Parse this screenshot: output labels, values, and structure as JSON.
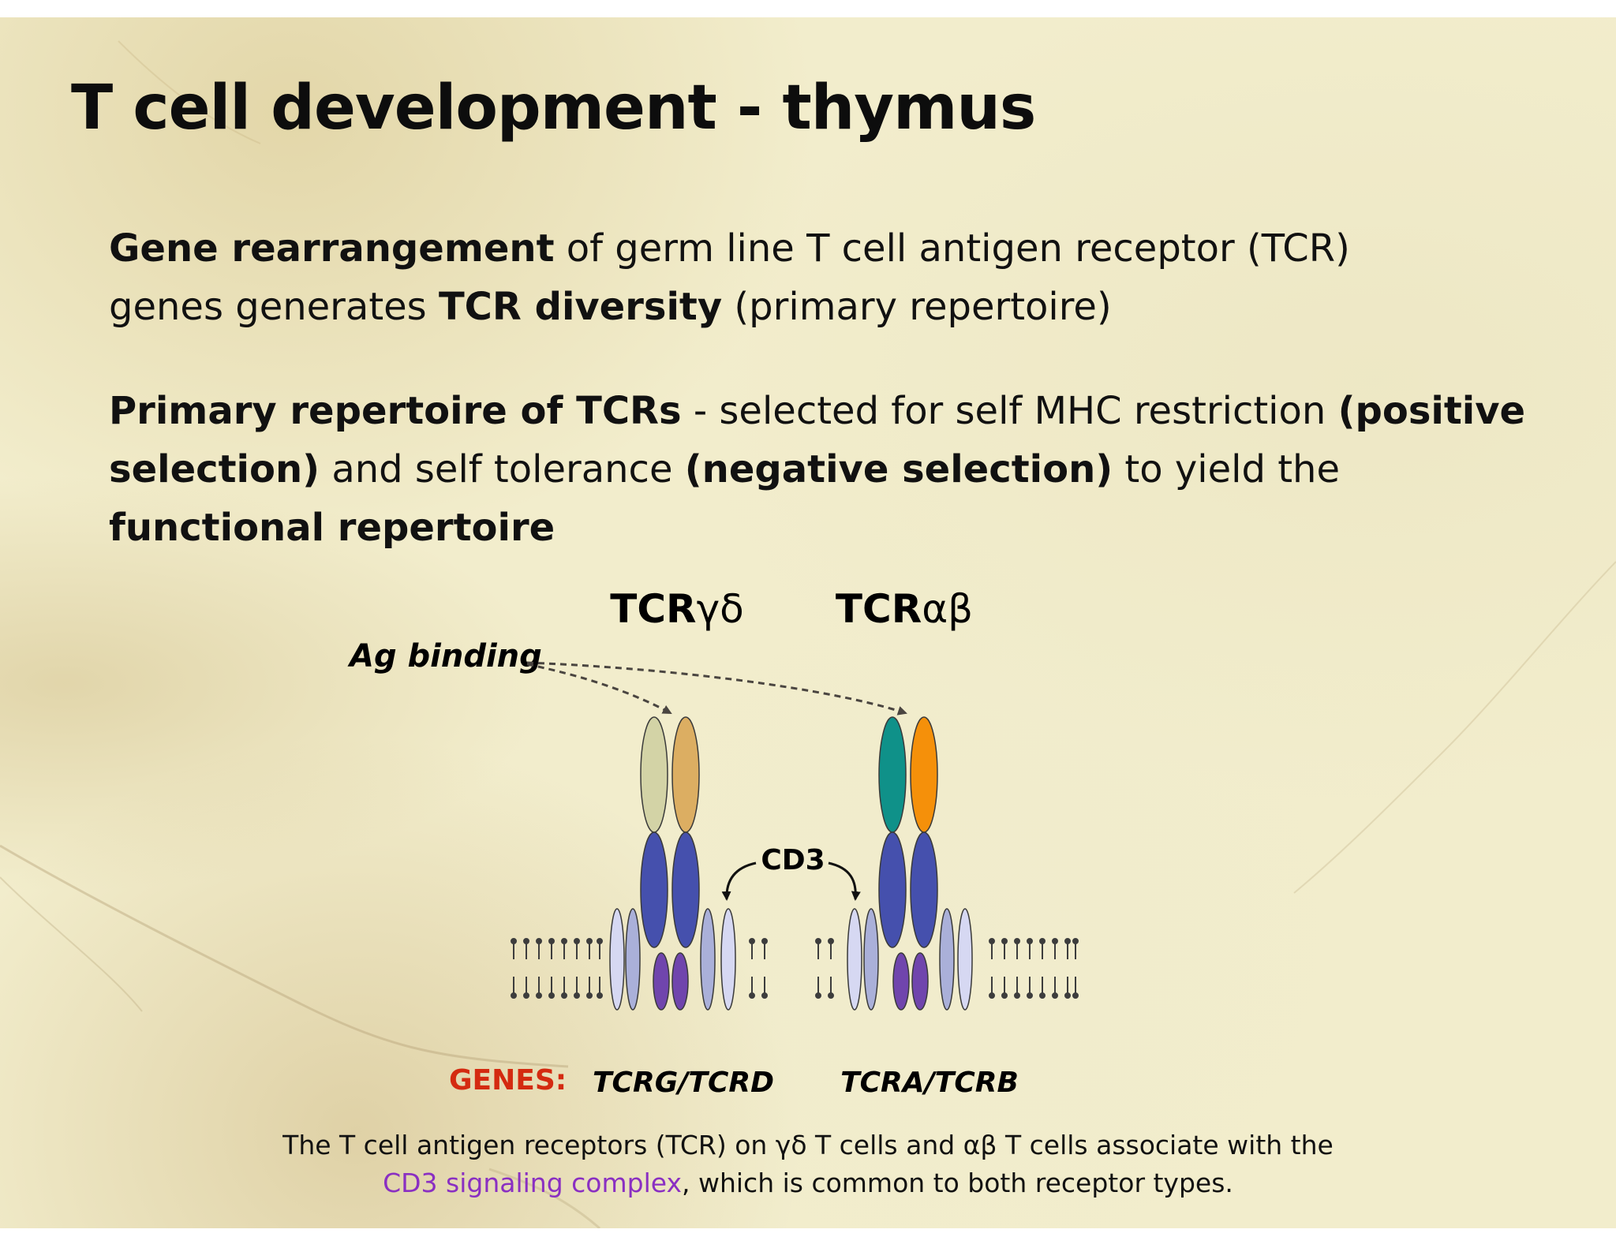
{
  "title": "T cell development - thymus",
  "paragraph1": {
    "bold_1": "Gene rearrangement",
    "text_1": " of germ line T cell antigen receptor (TCR)",
    "text_2": "genes generates ",
    "bold_2": "TCR diversity",
    "text_3": " (primary repertoire)"
  },
  "paragraph2": {
    "bold_1": "Primary repertoire of TCRs",
    "text_1": " - selected for self MHC restriction ",
    "bold_2": "(positive selection)",
    "text_2": " and self tolerance ",
    "bold_3": "(negative selection)",
    "text_3": " to yield the ",
    "bold_4": "functional repertoire"
  },
  "diagram": {
    "label_tcr_gd_bold": "TCR",
    "label_tcr_gd_greek": "γδ",
    "label_tcr_ab_bold": "TCR",
    "label_tcr_ab_greek": "αβ",
    "label_ag_binding": "Ag binding",
    "label_cd3": "CD3",
    "genes_label": "GENES:",
    "gene_gd": "TCRG/TCRD",
    "gene_ab": "TCRA/TCRB",
    "colors": {
      "gamma_v": "#d3d3a6",
      "delta_v": "#dcae62",
      "alpha_v": "#0f9189",
      "beta_v": "#f5900a",
      "constant": "#4550ad",
      "cd3_zeta": "#7045ad",
      "cd3_light": "#d6d8f2",
      "cd3_mid": "#aab0d9",
      "genes_red": "#d42a10",
      "arrow_gray": "#4a4540"
    }
  },
  "caption": {
    "line1": "The  T cell antigen receptors (TCR) on γδ T cells and αβ T cells associate with the",
    "highlight": "CD3 signaling complex",
    "line2_rest": ", which is common to both receptor types."
  }
}
